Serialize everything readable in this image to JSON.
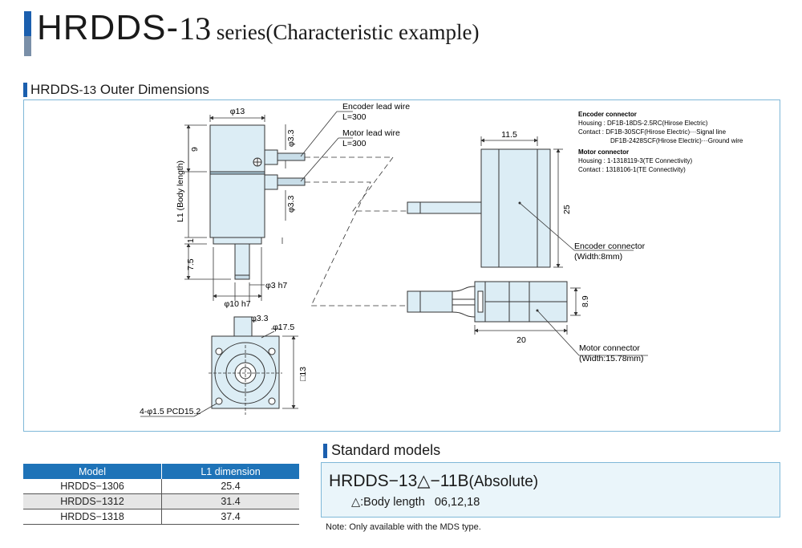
{
  "header": {
    "title_main": "HRDDS",
    "title_sep": "-",
    "title_num": "13",
    "title_rest": " series(Characteristic example)"
  },
  "outer_dimensions": {
    "heading_main": "HRDDS",
    "heading_num": "-13",
    "heading_rest": " Outer Dimensions",
    "labels": {
      "dia13": "φ13",
      "encoder_lead": "Encoder lead wire",
      "encoder_lead_len": "L=300",
      "motor_lead": "Motor lead wire",
      "motor_lead_len": "L=300",
      "dia3_3_top": "φ3.3",
      "dia3_3_mid": "φ3.3",
      "dim9": "9",
      "body_length": "L1 (Body length)",
      "dim1": "1",
      "dim7_5": "7.5",
      "dia3h7": "φ3 h7",
      "dia10h7": "φ10 h7",
      "dia3_3_front": "φ3.3",
      "dia17_5": "φ17.5",
      "sq13": "□13",
      "holes": "4-φ1.5 PCD15.2",
      "dim11_5": "11.5",
      "dim25": "25",
      "enc_conn_label": "Encoder connector",
      "enc_conn_width": "(Width:8mm)",
      "dim8_9": "8.9",
      "dim20": "20",
      "mot_conn_label": "Motor connector",
      "mot_conn_width": "(Width:15.78mm)"
    },
    "connector_info": {
      "enc_title": "Encoder connector",
      "enc_housing": "Housing : DF1B-18DS-2.5RC(Hirose Electric)",
      "enc_contact": "Contact : DF1B-30SCF(Hirose Electric)···Signal line",
      "enc_contact2": "DF1B-2428SCF(Hirose Electric)···Ground wire",
      "mot_title": "Motor connector",
      "mot_housing": "Housing : 1-1318119-3(TE Connectivity)",
      "mot_contact": "Contact : 1318106-1(TE Connectivity)"
    }
  },
  "models_table": {
    "headers": [
      "Model",
      "L1 dimension"
    ],
    "rows": [
      [
        "HRDDS−1306",
        "25.4"
      ],
      [
        "HRDDS−1312",
        "31.4"
      ],
      [
        "HRDDS−1318",
        "37.4"
      ]
    ]
  },
  "standard_models": {
    "heading": "Standard models",
    "model": "HRDDS−13△−11B",
    "type": "(Absolute)",
    "body_prefix": "△:Body length",
    "body_values": "06,12,18",
    "note": "Note: Only available with the MDS type."
  },
  "colors": {
    "accent": "#1b5fae",
    "table_header": "#1e73b8",
    "frame_border": "#7fb8d8",
    "part_fill": "#dcedf5"
  }
}
